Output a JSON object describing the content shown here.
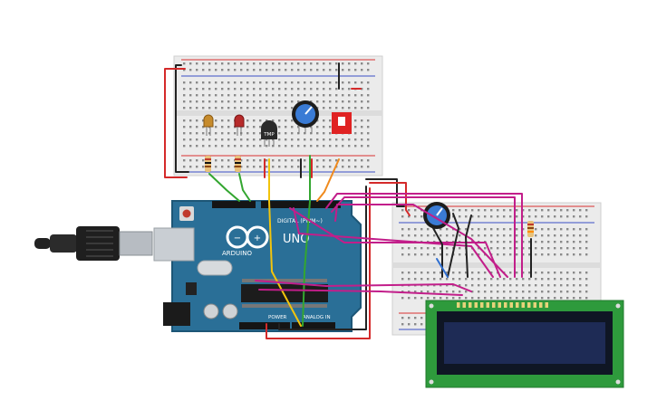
{
  "arduino": {
    "logo_text": "ARDUINO",
    "model_text": "UNO",
    "digital_label": "DIGITAL (PWM~)",
    "power_label": "POWER",
    "analog_label": "ANALOG IN",
    "colors": {
      "board": "#2a6f97",
      "board_edge": "#1d5676"
    }
  },
  "temp_sensor": {
    "label": "TMP"
  },
  "lcd": {
    "colors": {
      "pcb": "#2e9a3c",
      "screen": "#1e2b55",
      "bezel": "#0f1624"
    }
  },
  "breadboard": {
    "colors": {
      "body": "#ebebeb",
      "hole": "#8a8a8a",
      "rail_red": "#d93030",
      "rail_blue": "#3b4fc4"
    }
  },
  "wire_colors": {
    "red": "#d42a2a",
    "black": "#222222",
    "green": "#33a630",
    "yellow": "#f2c40c",
    "orange": "#f08a1c",
    "magenta": "#c21e8a",
    "blue": "#2f6fd1"
  }
}
